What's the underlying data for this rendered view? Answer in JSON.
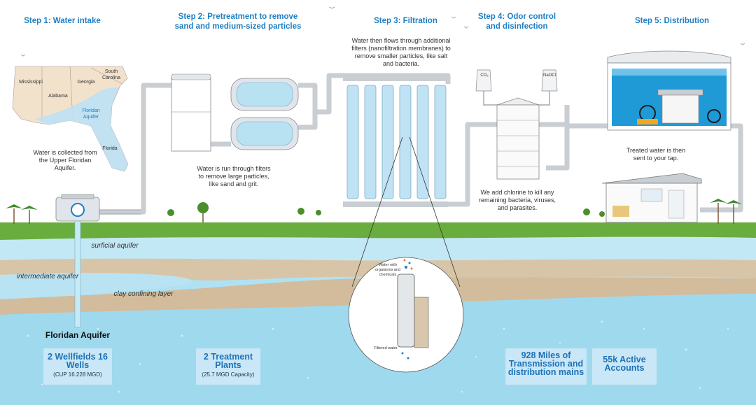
{
  "steps": {
    "s1": "Step 1: Water intake",
    "s2": "Step 2: Pretreatment to remove sand and medium-sized particles",
    "s3": "Step 3: Filtration",
    "s4": "Step 4: Odor control and disinfection",
    "s5": "Step 5: Distribution"
  },
  "descriptions": {
    "intake": "Water is collected from the Upper Floridan Aquifer.",
    "pretreat": "Water is run through filters to remove large particles, like sand and grit.",
    "filtration": "Water then flows through additional filters (nanofiltration membranes) to remove smaller particles, like salt and bacteria.",
    "disinfect": "We add chlorine to kill any remaining bacteria, viruses, and parasites.",
    "distribution": "Treated water is then sent to your tap."
  },
  "map_labels": {
    "mississippi": "Mississippi",
    "alabama": "Alabama",
    "georgia": "Georgia",
    "south_carolina": "South Carolina",
    "floridan_aquifer": "Floridan Aquifer",
    "florida": "Florida"
  },
  "chemicals": {
    "co2": "CO₂",
    "naocl": "NaOCl"
  },
  "zoom_labels": {
    "inflow": "Water with organisms and chemicals",
    "outflow": "Filtered water"
  },
  "layers": {
    "surficial": "surficial aquifer",
    "intermediate": "intermediate aquifer",
    "clay": "clay confining layer",
    "floridan": "Floridan Aquifer"
  },
  "stats": [
    {
      "big": "2 Wellfields 16 Wells",
      "small": "(CUP 16.228 MGD)"
    },
    {
      "big": "2 Treatment Plants",
      "small": "(25.7 MGD Capacity)"
    },
    {
      "big": "928 Miles of Transmission and distribution mains",
      "small": ""
    },
    {
      "big": "55k Active Accounts",
      "small": ""
    }
  ],
  "colors": {
    "step_blue": "#1f7fc4",
    "grass": "#6aad3f",
    "sand": "#d9c7ad",
    "water": "#a9dff0",
    "stat_box": "#c9e7f6"
  }
}
